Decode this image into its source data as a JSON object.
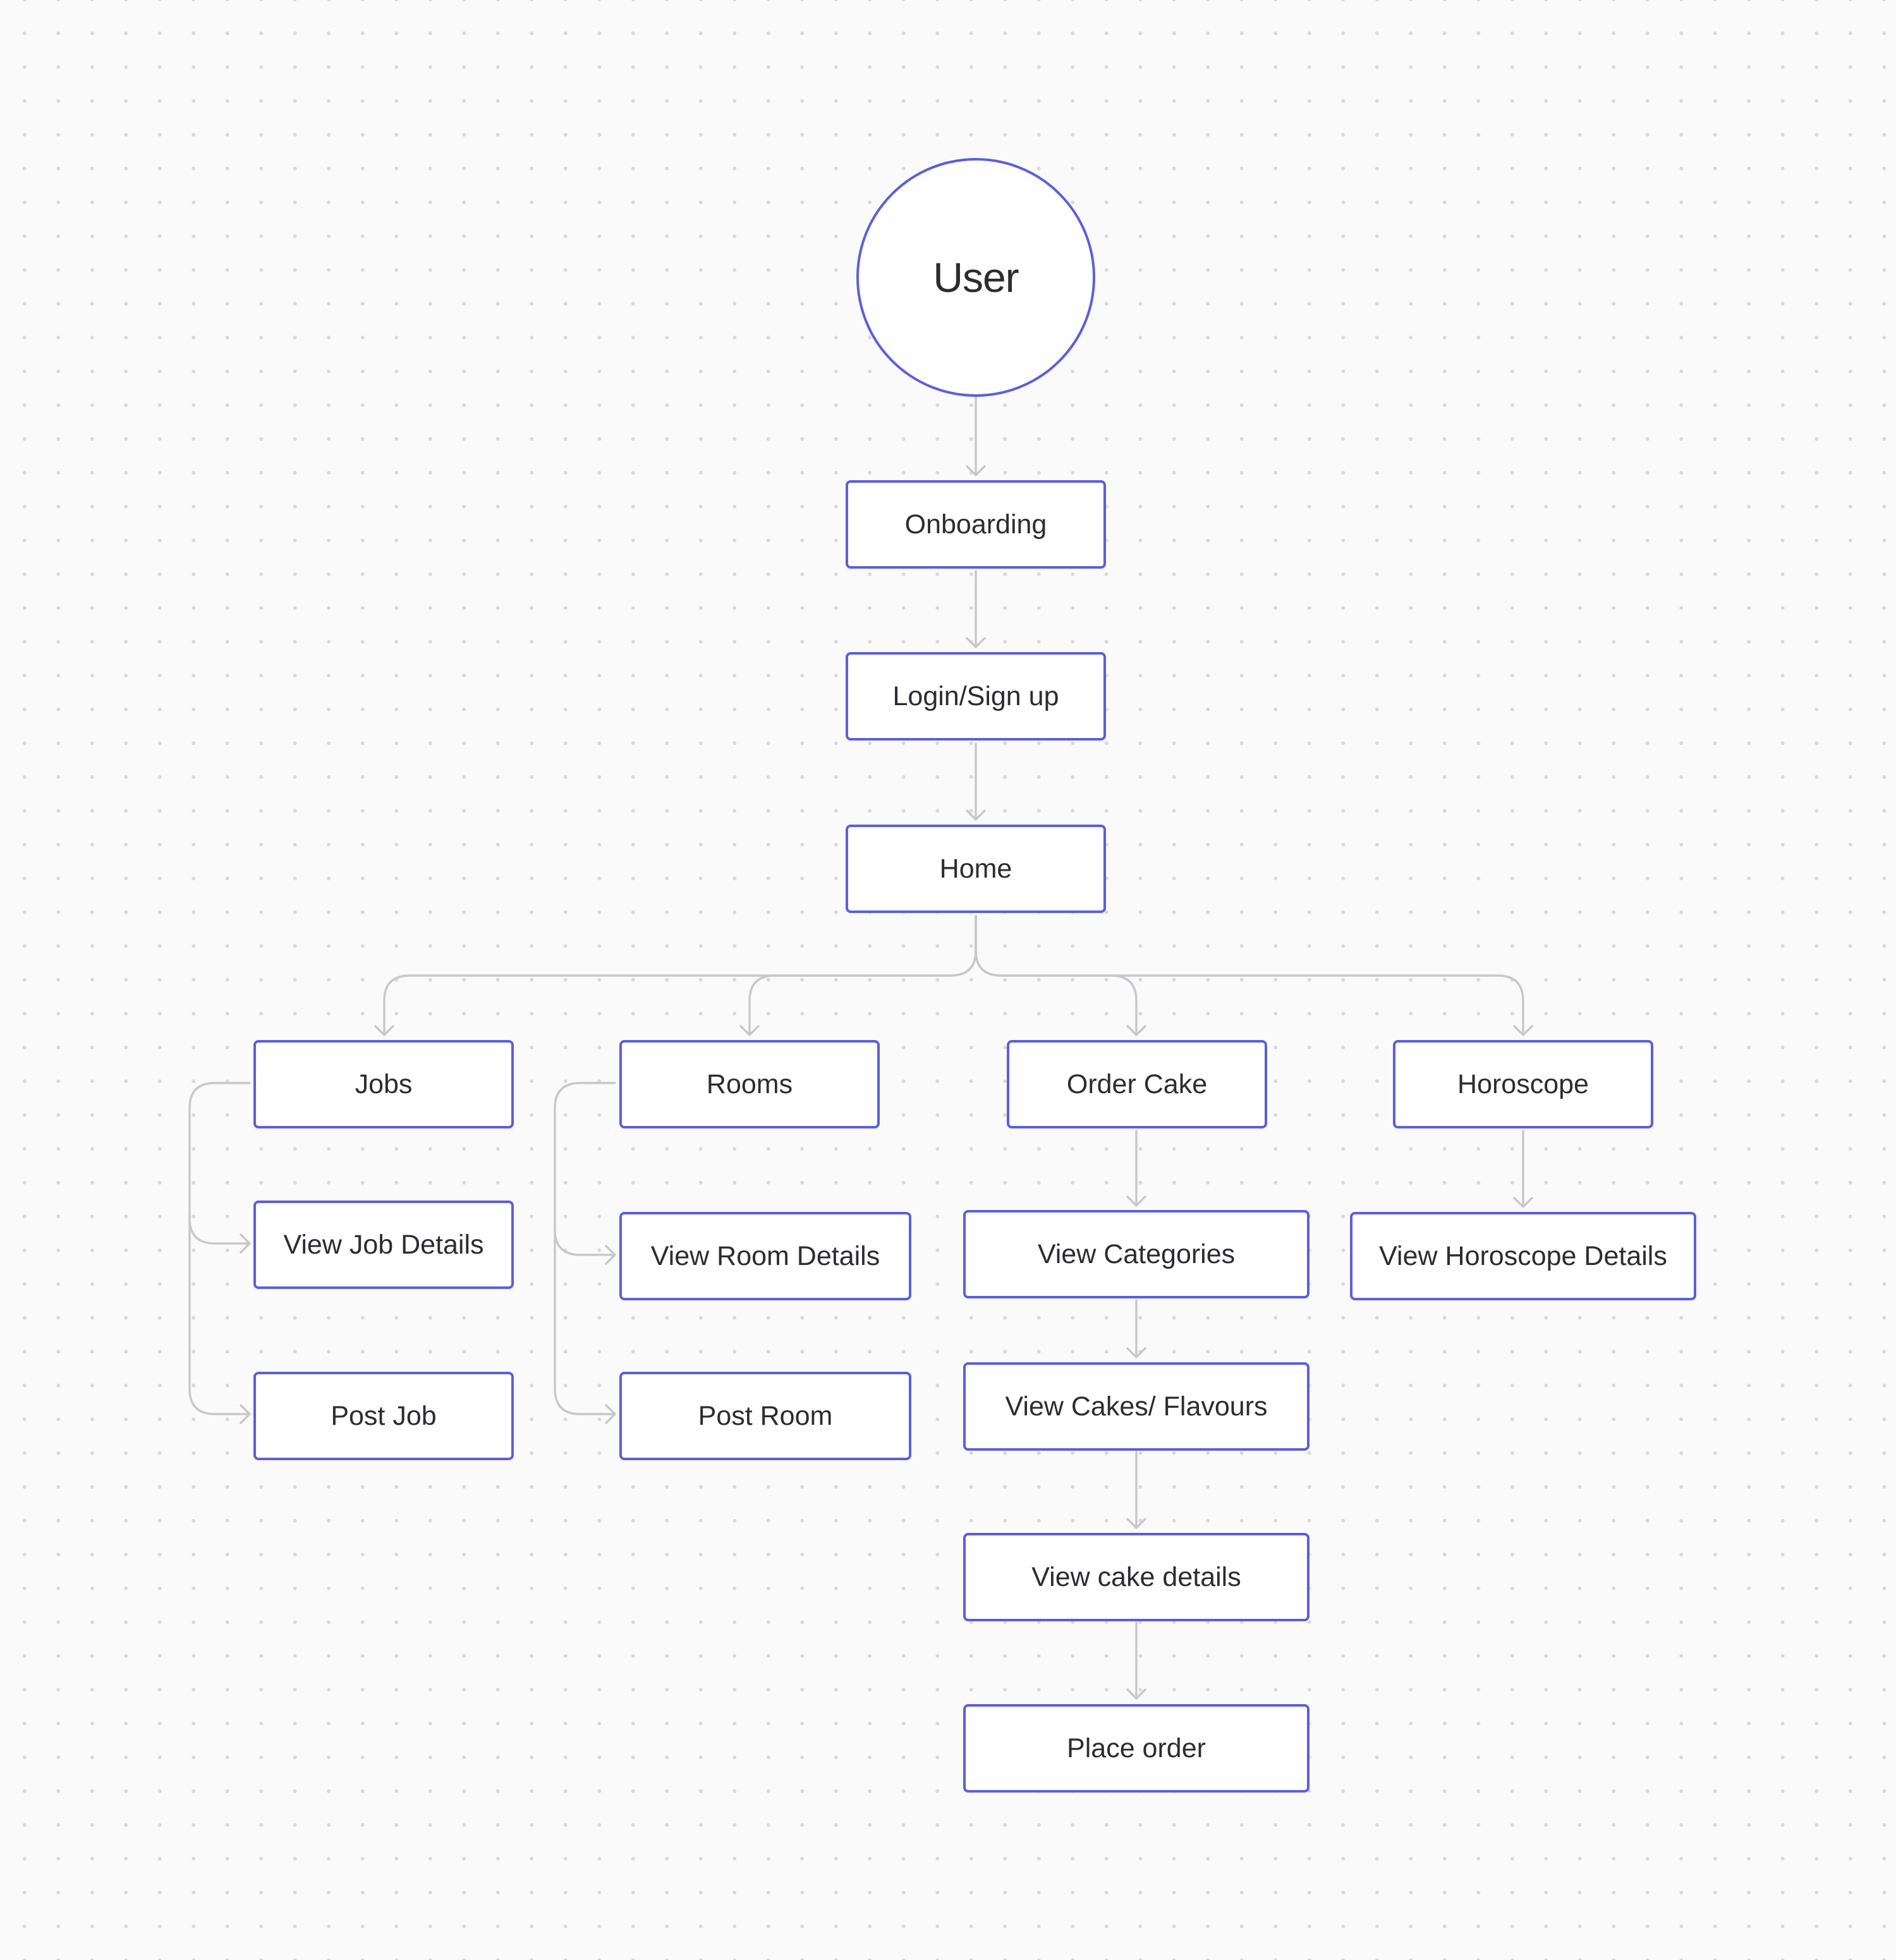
{
  "diagram": {
    "type": "flowchart",
    "accent_color": "#5c5fdb",
    "connector_color": "#c8c8cc",
    "root": {
      "label": "User"
    },
    "nodes": {
      "onboarding": "Onboarding",
      "login": "Login/Sign up",
      "home": "Home",
      "jobs": "Jobs",
      "view_job_details": "View Job Details",
      "post_job": "Post Job",
      "rooms": "Rooms",
      "view_room_details": "View Room Details",
      "post_room": "Post Room",
      "order_cake": "Order Cake",
      "view_categories": "View Categories",
      "view_cakes_flavours": "View Cakes/ Flavours",
      "view_cake_details": "View cake details",
      "place_order": "Place order",
      "horoscope": "Horoscope",
      "view_horoscope_details": "View Horoscope Details"
    },
    "edges": [
      [
        "User",
        "Onboarding"
      ],
      [
        "Onboarding",
        "Login/Sign up"
      ],
      [
        "Login/Sign up",
        "Home"
      ],
      [
        "Home",
        "Jobs"
      ],
      [
        "Home",
        "Rooms"
      ],
      [
        "Home",
        "Order Cake"
      ],
      [
        "Home",
        "Horoscope"
      ],
      [
        "Jobs",
        "View Job Details"
      ],
      [
        "Jobs",
        "Post Job"
      ],
      [
        "Rooms",
        "View Room Details"
      ],
      [
        "Rooms",
        "Post Room"
      ],
      [
        "Order Cake",
        "View Categories"
      ],
      [
        "View Categories",
        "View Cakes/ Flavours"
      ],
      [
        "View Cakes/ Flavours",
        "View cake details"
      ],
      [
        "View cake details",
        "Place order"
      ],
      [
        "Horoscope",
        "View Horoscope Details"
      ]
    ]
  }
}
